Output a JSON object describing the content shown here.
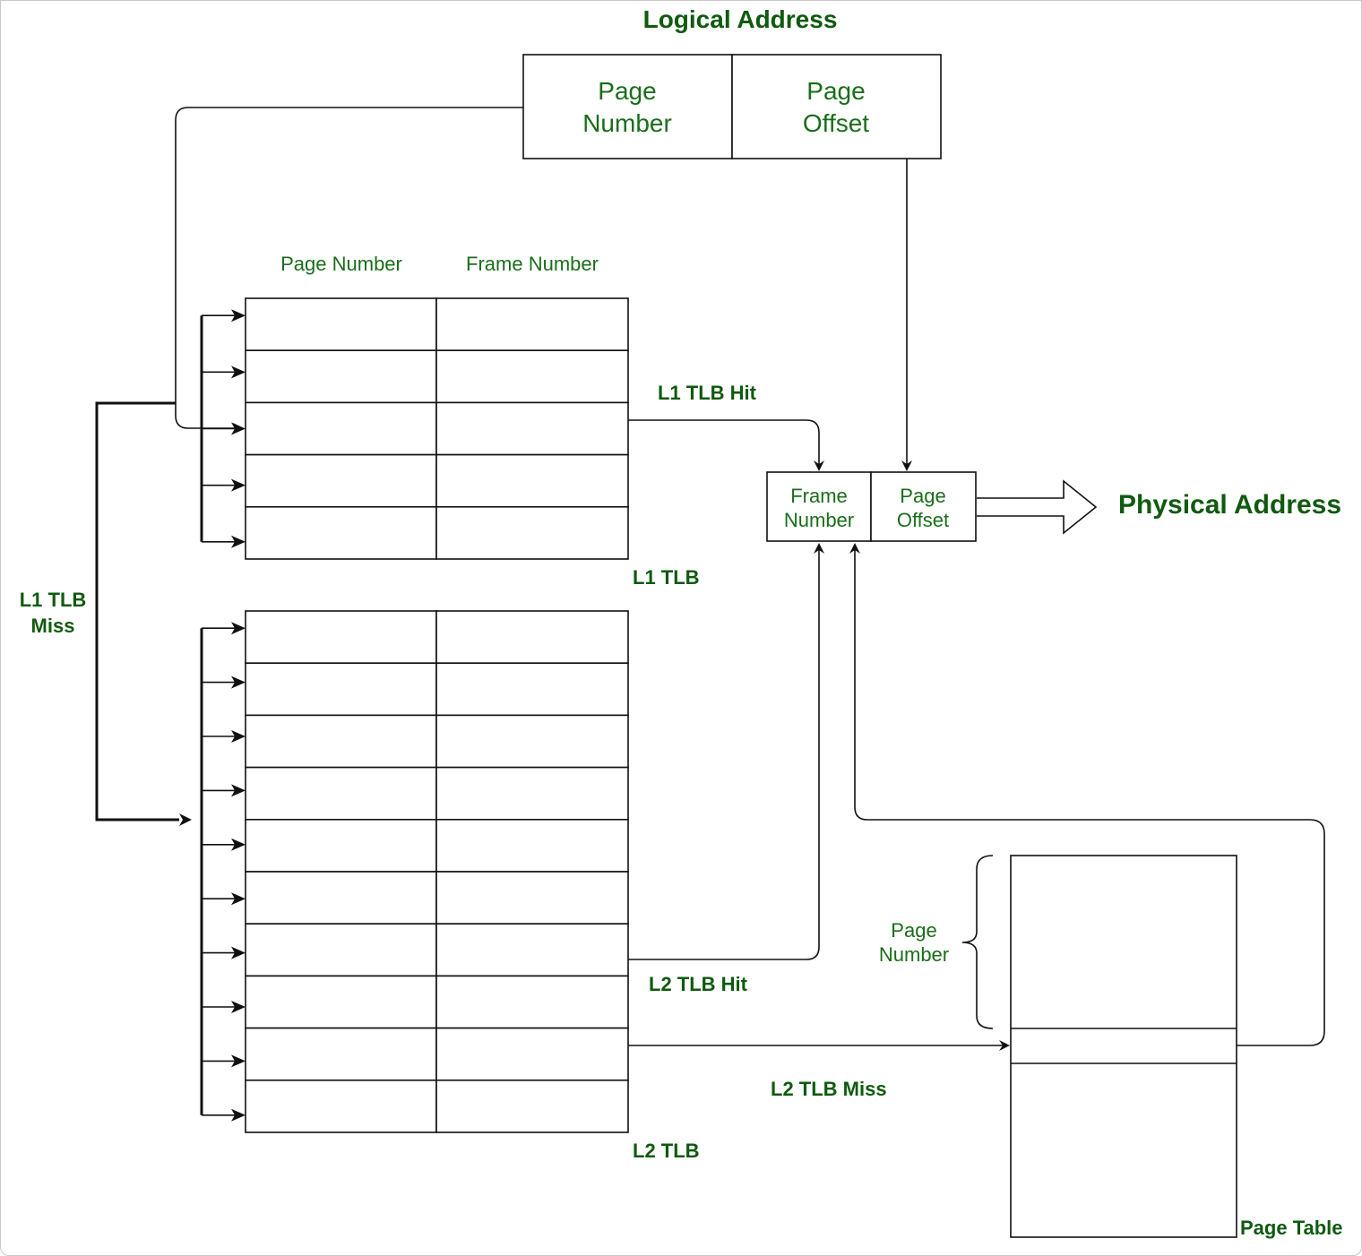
{
  "logical_address": {
    "title": "Logical Address",
    "fields": [
      {
        "line1": "Page",
        "line2": "Number"
      },
      {
        "line1": "Page",
        "line2": "Offset"
      }
    ]
  },
  "tlb_columns": {
    "page_number": "Page Number",
    "frame_number": "Frame Number"
  },
  "l1_tlb": {
    "label": "L1 TLB",
    "rows": 5,
    "hit_label": "L1 TLB Hit",
    "miss_label_line1": "L1 TLB",
    "miss_label_line2": "Miss"
  },
  "l2_tlb": {
    "label": "L2 TLB",
    "rows": 10,
    "hit_label": "L2 TLB Hit",
    "miss_label": "L2 TLB Miss"
  },
  "physical_address": {
    "title": "Physical Address",
    "fields": [
      {
        "line1": "Frame",
        "line2": "Number"
      },
      {
        "line1": "Page",
        "line2": "Offset"
      }
    ]
  },
  "page_table": {
    "label": "Page Table",
    "brace_label_line1": "Page",
    "brace_label_line2": "Number"
  },
  "colors": {
    "label_green": "#1a6e1a",
    "bold_green": "#0f5a0f",
    "stroke": "#111111"
  }
}
